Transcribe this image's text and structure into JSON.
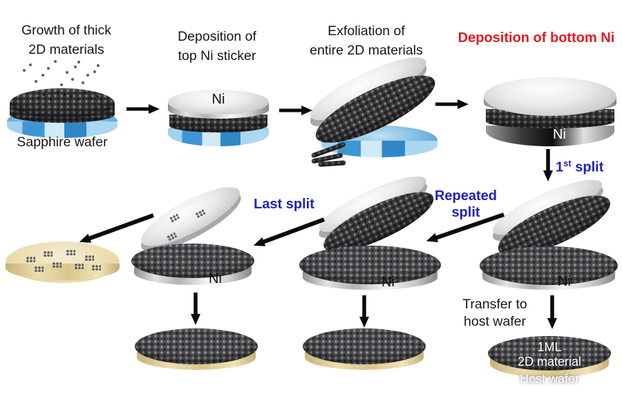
{
  "steps": {
    "growth": {
      "title_line1": "Growth of thick",
      "title_line2": "2D materials",
      "wafer_label": "Sapphire wafer"
    },
    "top_ni": {
      "title_line1": "Deposition of",
      "title_line2": "top Ni sticker",
      "ni_label": "Ni"
    },
    "exfoliation": {
      "title_line1": "Exfoliation of",
      "title_line2": "entire 2D materials"
    },
    "bottom_ni": {
      "title": "Deposition of bottom Ni",
      "ni_label": "Ni"
    }
  },
  "splits": {
    "first_num": "1",
    "first_sup": "st",
    "first_word": " split",
    "repeated_line1": "Repeated",
    "repeated_line2": "split",
    "last": "Last split"
  },
  "stacks": {
    "right_ni": "Ni",
    "middle_ni": "Ni",
    "left_ni": "Ni"
  },
  "transfer": {
    "line1": "Transfer to",
    "line2": "host wafer"
  },
  "final_wafer": {
    "ml_label": "1ML",
    "material_label": "2D material",
    "host_label": "Host wafer"
  },
  "colors": {
    "red_title": "#e8191f",
    "blue_label": "#2121bb",
    "sapphire_blue": "#3e96d2",
    "host_tan": "#ecddae",
    "ni_silver": "#d8d8d8",
    "lattice_dark": "#38383b",
    "arrow_black": "#0a0a0a"
  }
}
